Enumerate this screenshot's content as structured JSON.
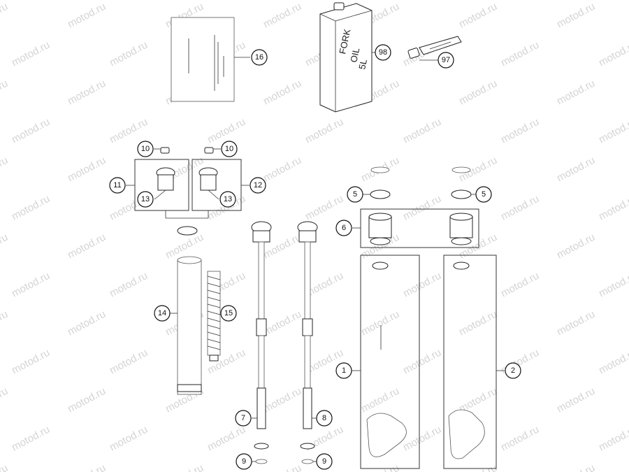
{
  "watermark": {
    "text": "motod.ru"
  },
  "can": {
    "lines": [
      "FORK",
      "OIL",
      "5L"
    ]
  },
  "callouts": {
    "c1": "1",
    "c2": "2",
    "c5a": "5",
    "c5b": "5",
    "c6": "6",
    "c7": "7",
    "c8": "8",
    "c9a": "9",
    "c9b": "9",
    "c10a": "10",
    "c10b": "10",
    "c11": "11",
    "c12": "12",
    "c13a": "13",
    "c13b": "13",
    "c14": "14",
    "c15": "15",
    "c16": "16",
    "c97": "97",
    "c98": "98"
  }
}
